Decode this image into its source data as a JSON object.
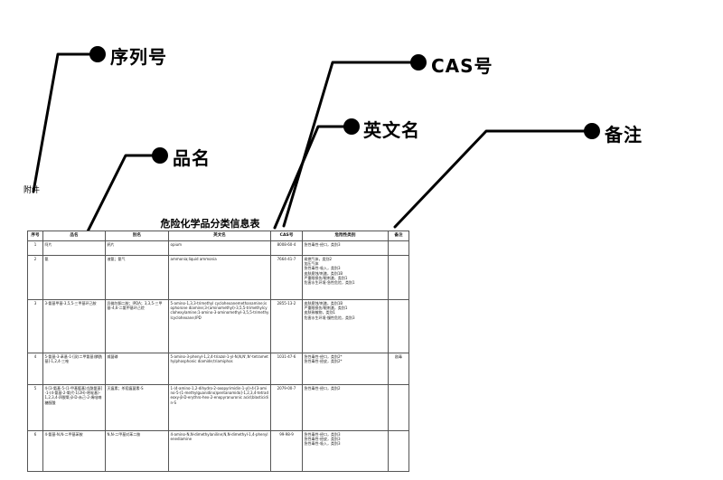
{
  "title": "危险化学品分类信息表",
  "attachment_label": "附件",
  "callouts": {
    "serial": {
      "label": "序列号"
    },
    "name": {
      "label": "品名"
    },
    "english": {
      "label": "英文名"
    },
    "cas": {
      "label": "CAS号"
    },
    "remark": {
      "label": "备注"
    }
  },
  "table": {
    "headers": [
      "序号",
      "品名",
      "别名",
      "英文名",
      "CAS号",
      "危险性类别",
      "备注"
    ],
    "rows": [
      {
        "no": "1",
        "name": "阿片",
        "alias": "鸦片",
        "english": "opium",
        "cas": "8008-60-4",
        "hazard": "急性毒性-经口，类别3",
        "remark": ""
      },
      {
        "no": "2",
        "name": "氨",
        "alias": "液氨；氨气",
        "english": "ammonia;liquid ammonia",
        "cas": "7664-41-7",
        "hazard": "易燃气体，类别2\n加压气体\n急性毒性-吸入，类别3\n皮肤腐蚀/刺激，类别1B\n严重眼损伤/眼刺激，类别1\n危害水生环境-急性危险，类别1",
        "remark": ""
      },
      {
        "no": "3",
        "name": "3-氨基甲基-3,5,5-三甲基环己胺",
        "alias": "异佛尔酮二胺；IPDA；3,3,5-三甲基-4,6-二氨甲基环己烷",
        "english": "5-amino-1,3,3-trimethyl cyclohexanemethanamine;isophorone diamine;3-(aminomethyl)-3,5,5-trimethylcyclohexylamine;1-amino-3-aminomethyl-3,5,5-trimethylcyclohexane;IPD",
        "cas": "2855-13-2",
        "hazard": "皮肤腐蚀/刺激，类别1B\n严重眼损伤/眼刺激，类别1\n皮肤致敏物，类别1\n危害水生环境-慢性危险，类别3",
        "remark": ""
      },
      {
        "no": "4",
        "name": "5-氨基-3-苯基-1-[双(二甲氨基)膦酰基]-1,2,4-三唑",
        "alias": "威菌磷",
        "english": "5-amino-3-phenyl-1,2,4-triazol-1-yl-N,N,N',N'-tetramethylphosphonic diamide;triamiphos",
        "cas": "1031-47-6",
        "hazard": "急性毒性-经口，类别2*\n急性毒性-经皮，类别2*",
        "remark": "剧毒"
      },
      {
        "no": "5",
        "name": "4-[3-氨基-5-(1-甲基胍基)戊酰氨基]-1-(4-氨基-2-氧代-1(2H)-嘧啶基)-1,2,3,4-四脱氧-β-D-赤己-2-烯吡喃糖醛酸",
        "alias": "灭瘟素；杀稻瘟菌素-S",
        "english": "1-(4-amino-1,2-dihydro-2-oxopyrimidin-1-yl)-4-[3-amino-5-(1-methylguanidino)pentanamido]-1,2,3,4-tetradeoxy-β-D-erythro-hex-2-enopyranuronic acid;blasticidin-S",
        "cas": "2079-00-7",
        "hazard": "急性毒性-经口，类别2",
        "remark": ""
      },
      {
        "no": "6",
        "name": "4-氨基-N,N-二甲基苯胺",
        "alias": "N,N-二甲基对苯二胺",
        "english": "4-amino-N,N-dimethylaniline;N,N-dimethyl-1,4-phenylenediamine",
        "cas": "99-98-9",
        "hazard": "急性毒性-经口，类别3\n急性毒性-经皮，类别3\n急性毒性-吸入，类别3",
        "remark": ""
      }
    ]
  },
  "colors": {
    "ink": "#000000",
    "table_border": "#555555"
  }
}
